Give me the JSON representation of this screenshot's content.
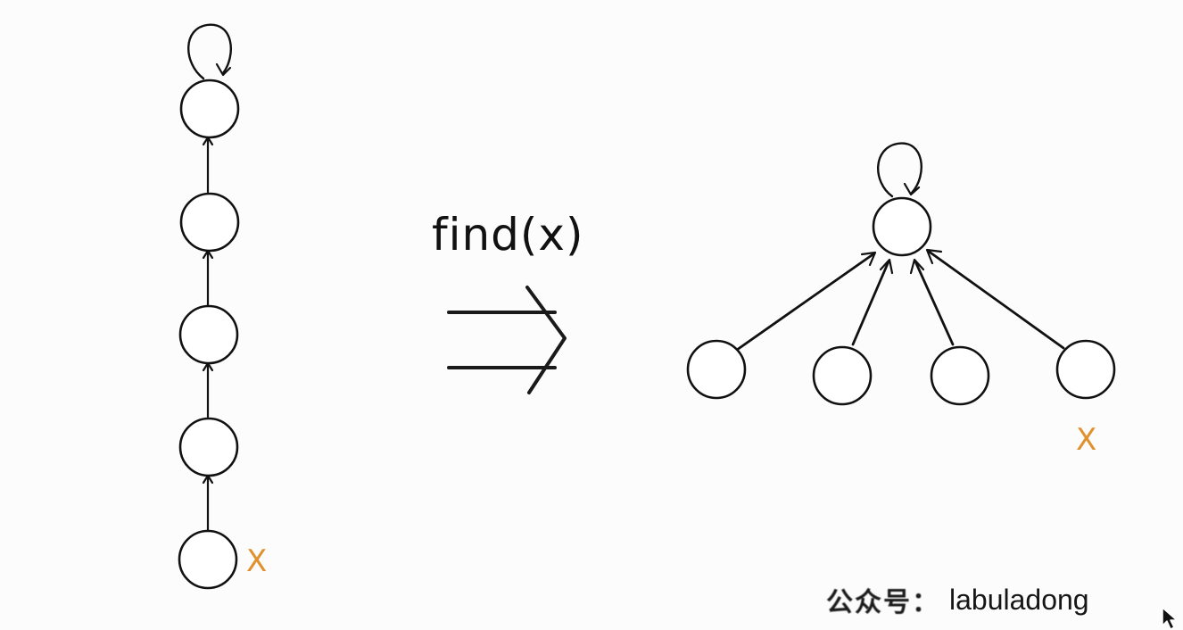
{
  "diagram": {
    "operation_label": "find(x)",
    "before": {
      "node_count": 5,
      "target_label": "X",
      "root_has_self_loop": true
    },
    "after": {
      "leaf_count": 4,
      "target_label": "X",
      "root_has_self_loop": true
    },
    "transform_symbol": "implies-arrow"
  },
  "watermark": {
    "seal_text": "公众号：",
    "name": "labuladong"
  },
  "icons": {
    "cursor": "mouse-pointer-icon"
  },
  "colors": {
    "ink": "#111111",
    "accent": "#e0912e",
    "background": "#fcfcfc"
  }
}
